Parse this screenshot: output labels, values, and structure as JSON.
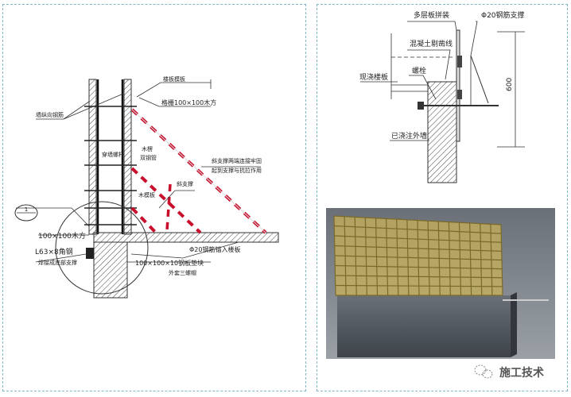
{
  "left_diagram": {
    "labels": {
      "floor_formwork": "楼板模板",
      "joist": "格栅100×100木方",
      "wall_rebar": "墙纵向钢筋",
      "through_bolt": "穿墙螺杆",
      "wood_stud": "木楞",
      "double_pipe": "双钢管",
      "brace_note_1": "斜支撑两端连接牢固",
      "brace_note_2": "起到支撑与抗拉作用",
      "diagonal_brace": "斜支撑",
      "wood_formwork": "木模板",
      "detail_mark": "1",
      "timber": "100×100木方",
      "angle_steel_1": "L63×8角钢",
      "angle_steel_2": "焊接成底部支撑",
      "anchor": "Φ20钢筋锚入楼板",
      "plate_1": "100×100×10钢板垫块",
      "plate_2": "外套三螺帽"
    },
    "brace_colors": [
      "#c8102e",
      "#ffffff"
    ]
  },
  "right_diagram": {
    "labels": {
      "plywood": "多层板拼装",
      "steel_support": "Φ20钢筋支撑",
      "chisel_line": "混凝土剔凿线",
      "cast_slab": "现浇楼板",
      "bolt": "螺栓",
      "cast_wall": "已浇注外墙",
      "dimension": "600"
    }
  },
  "render_3d": {
    "panel_color": "#c9b25a",
    "wall_color": "#5a5f66"
  },
  "watermark": {
    "text": "施工技术",
    "icon": "wechat-icon"
  }
}
